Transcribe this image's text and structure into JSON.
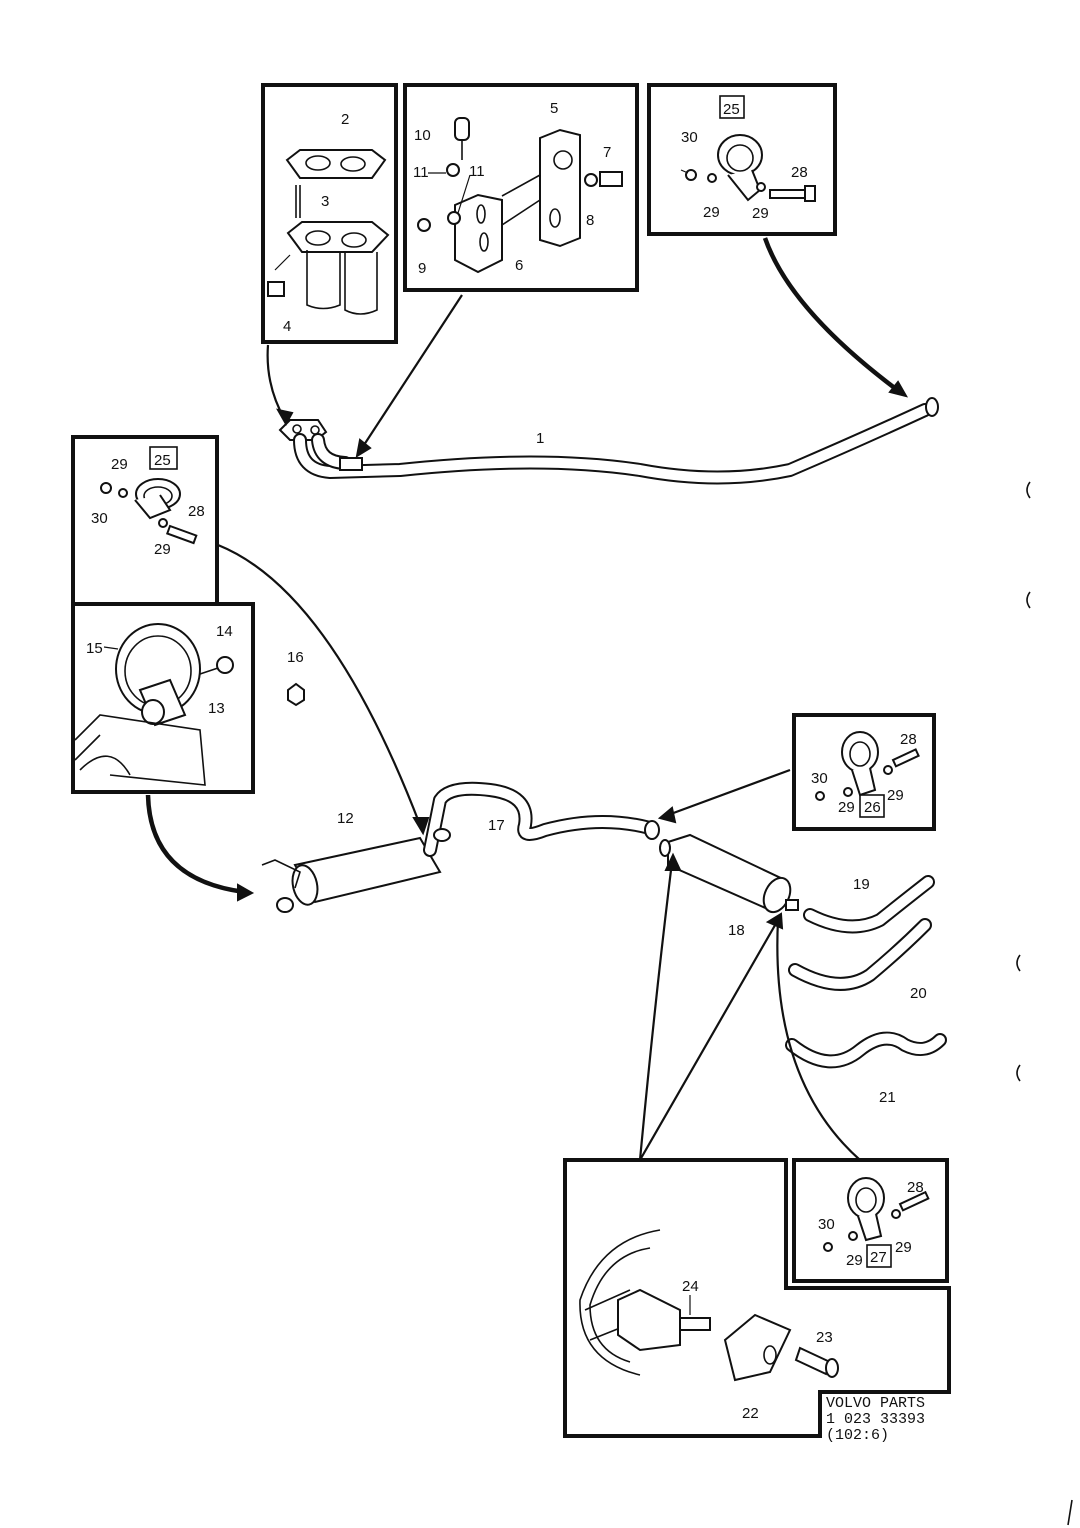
{
  "diagram": {
    "callouts": {
      "c1": "1",
      "c2": "2",
      "c3": "3",
      "c4": "4",
      "c5": "5",
      "c6": "6",
      "c7": "7",
      "c8": "8",
      "c9": "9",
      "c10": "10",
      "c11a": "11",
      "c11b": "11",
      "c12": "12",
      "c13": "13",
      "c14": "14",
      "c15": "15",
      "c16": "16",
      "c17": "17",
      "c18": "18",
      "c19": "19",
      "c20": "20",
      "c21": "21",
      "c22": "22",
      "c23": "23",
      "c24": "24",
      "b1_25": "25",
      "b1_30": "30",
      "b1_29a": "29",
      "b1_29b": "29",
      "b1_28": "28",
      "b2_25": "25",
      "b2_29a": "29",
      "b2_30": "30",
      "b2_29b": "29",
      "b2_28": "28",
      "b3_28": "28",
      "b3_30": "30",
      "b3_29a": "29",
      "b3_26": "26",
      "b3_29b": "29",
      "b4_28": "28",
      "b4_30": "30",
      "b4_29a": "29",
      "b4_27": "27",
      "b4_29b": "29"
    },
    "footer": {
      "brand": "VOLVO PARTS",
      "number": "1 023 33393",
      "ref": "(102:6)"
    }
  }
}
